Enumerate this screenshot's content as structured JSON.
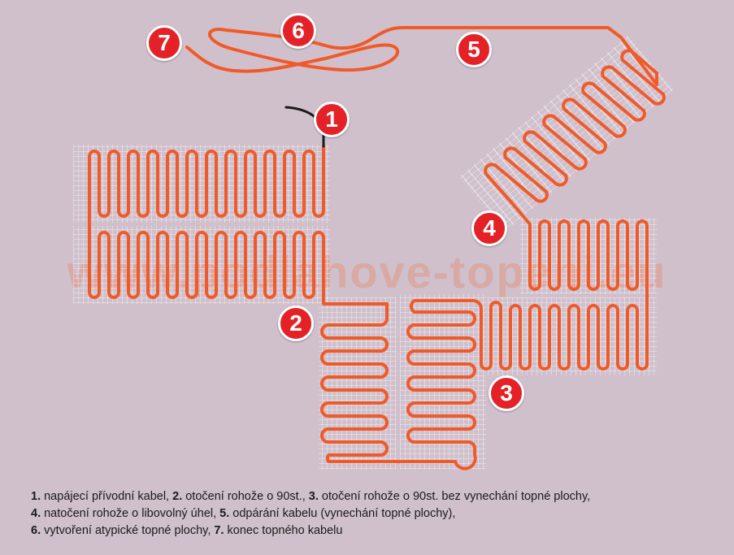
{
  "watermark": "www.podlahove-topeni.eu",
  "colors": {
    "background": "#cfc0cc",
    "cable": "#f05a28",
    "mesh": "#ffffff",
    "callout": "#e42127",
    "supply_cable": "#1a1a1a"
  },
  "callouts": [
    "1",
    "2",
    "3",
    "4",
    "5",
    "6",
    "7"
  ],
  "legend": {
    "line1": [
      {
        "num": "1.",
        "text": " napájecí přívodní kabel, "
      },
      {
        "num": "2.",
        "text": " otočení rohože o 90st., "
      },
      {
        "num": "3.",
        "text": " otočení rohože o 90st. bez vynechání topné plochy,"
      }
    ],
    "line2": [
      {
        "num": "4.",
        "text": " natočení rohože o libovolný úhel, "
      },
      {
        "num": "5.",
        "text": " odpárání kabelu (vynechání topné plochy),"
      }
    ],
    "line3": [
      {
        "num": "6.",
        "text": " vytvoření atypické topné plochy, "
      },
      {
        "num": "7.",
        "text": " konec topného kabelu"
      }
    ]
  }
}
